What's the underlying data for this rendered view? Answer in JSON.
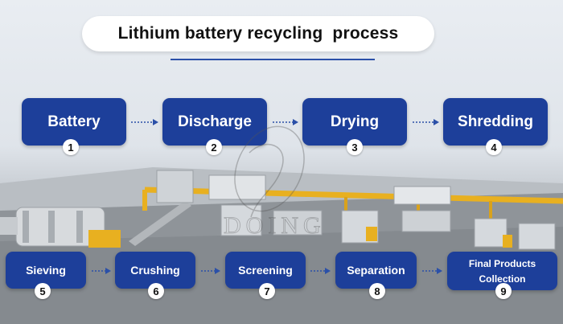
{
  "title": "Lithium battery recycling  process",
  "steps": [
    {
      "label": "Battery",
      "number": "1"
    },
    {
      "label": "Discharge",
      "number": "2"
    },
    {
      "label": "Drying",
      "number": "3"
    },
    {
      "label": "Shredding",
      "number": "4"
    },
    {
      "label": "Sieving",
      "number": "5"
    },
    {
      "label": "Crushing",
      "number": "6"
    },
    {
      "label": "Screening",
      "number": "7"
    },
    {
      "label": "Separation",
      "number": "8"
    },
    {
      "label": "Final Products\nCollection",
      "number": "9"
    }
  ],
  "colors": {
    "box": "#1d3f9a",
    "rule": "#2b50a8",
    "pipe": "#e8b020"
  },
  "watermark": "DOING"
}
